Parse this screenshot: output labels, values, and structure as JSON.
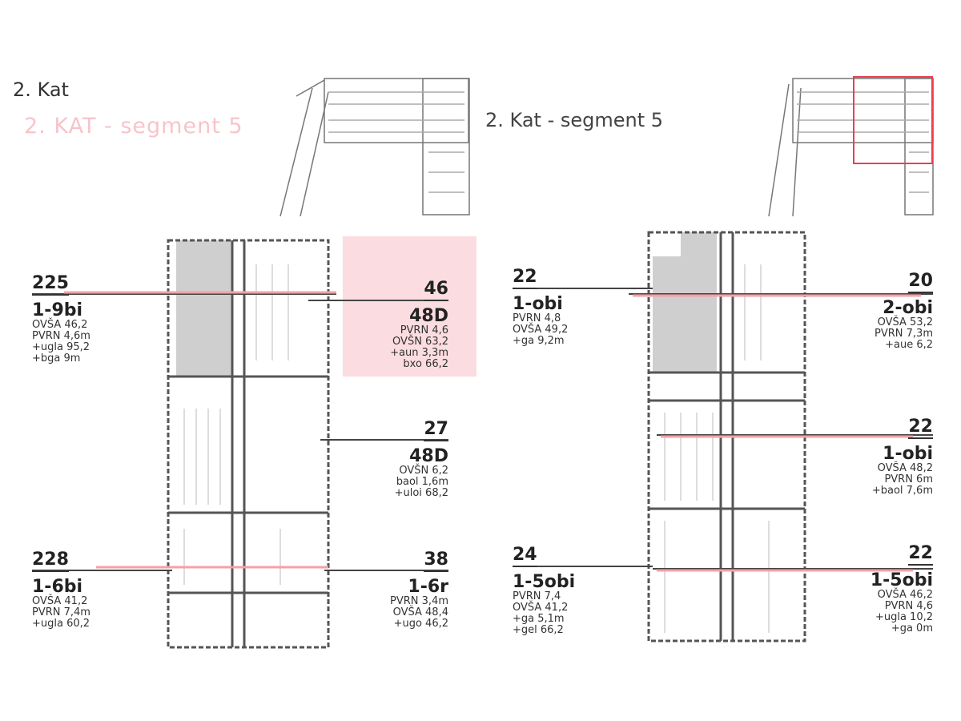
{
  "titles": {
    "overlay": "2. KAT - segment 5",
    "floor": "2. Kat",
    "plan": "2. Kat - segment 5"
  },
  "colors": {
    "accent": "#e8404e",
    "highlight": "#fbdce0",
    "shade": "#cfcfcf"
  },
  "units": [
    {
      "no": "225",
      "type": "1-9bi",
      "lines": [
        "OVŠA 46,2",
        "PVRN 4,6m",
        "+ugla 95,2",
        "+bga 9m"
      ]
    },
    {
      "no": "46",
      "type": "48D",
      "lines": [
        "PVRN 4,6",
        "OVŠN 63,2",
        "+aun 3,3m",
        "bxo 66,2"
      ]
    },
    {
      "no": "27",
      "type": "48D",
      "lines": [
        "OVŠN 6,2",
        "baol 1,6m",
        "+uloi 68,2"
      ]
    },
    {
      "no": "228",
      "type": "1-6bi",
      "lines": [
        "OVŠA 41,2",
        "PVRN 7,4m",
        "+ugla 60,2"
      ]
    },
    {
      "no": "38",
      "type": "1-6r",
      "lines": [
        "PVRN 3,4m",
        "OVŠA 48,4",
        "+ugo 46,2"
      ]
    },
    {
      "no": "22",
      "type": "1-obi",
      "lines": [
        "PVRN 4,8",
        "OVŠA 49,2",
        "+ga 9,2m"
      ]
    },
    {
      "no": "20",
      "type": "2-obi",
      "lines": [
        "OVŠA 53,2",
        "PVRN 7,3m",
        "+aue 6,2"
      ]
    },
    {
      "no": "22",
      "type": "1-obi",
      "lines": [
        "OVŠA 48,2",
        "PVRN 6m",
        "+baol 7,6m"
      ]
    },
    {
      "no": "24",
      "type": "1-5obi",
      "lines": [
        "PVRN 7,4",
        "OVŠA 41,2",
        "+ga 5,1m",
        "+gel 66,2"
      ]
    },
    {
      "no": "22",
      "type": "1-5obi",
      "lines": [
        "OVŠA 46,2",
        "PVRN 4,6",
        "+ugla 10,2",
        "+ga 0m"
      ]
    }
  ]
}
